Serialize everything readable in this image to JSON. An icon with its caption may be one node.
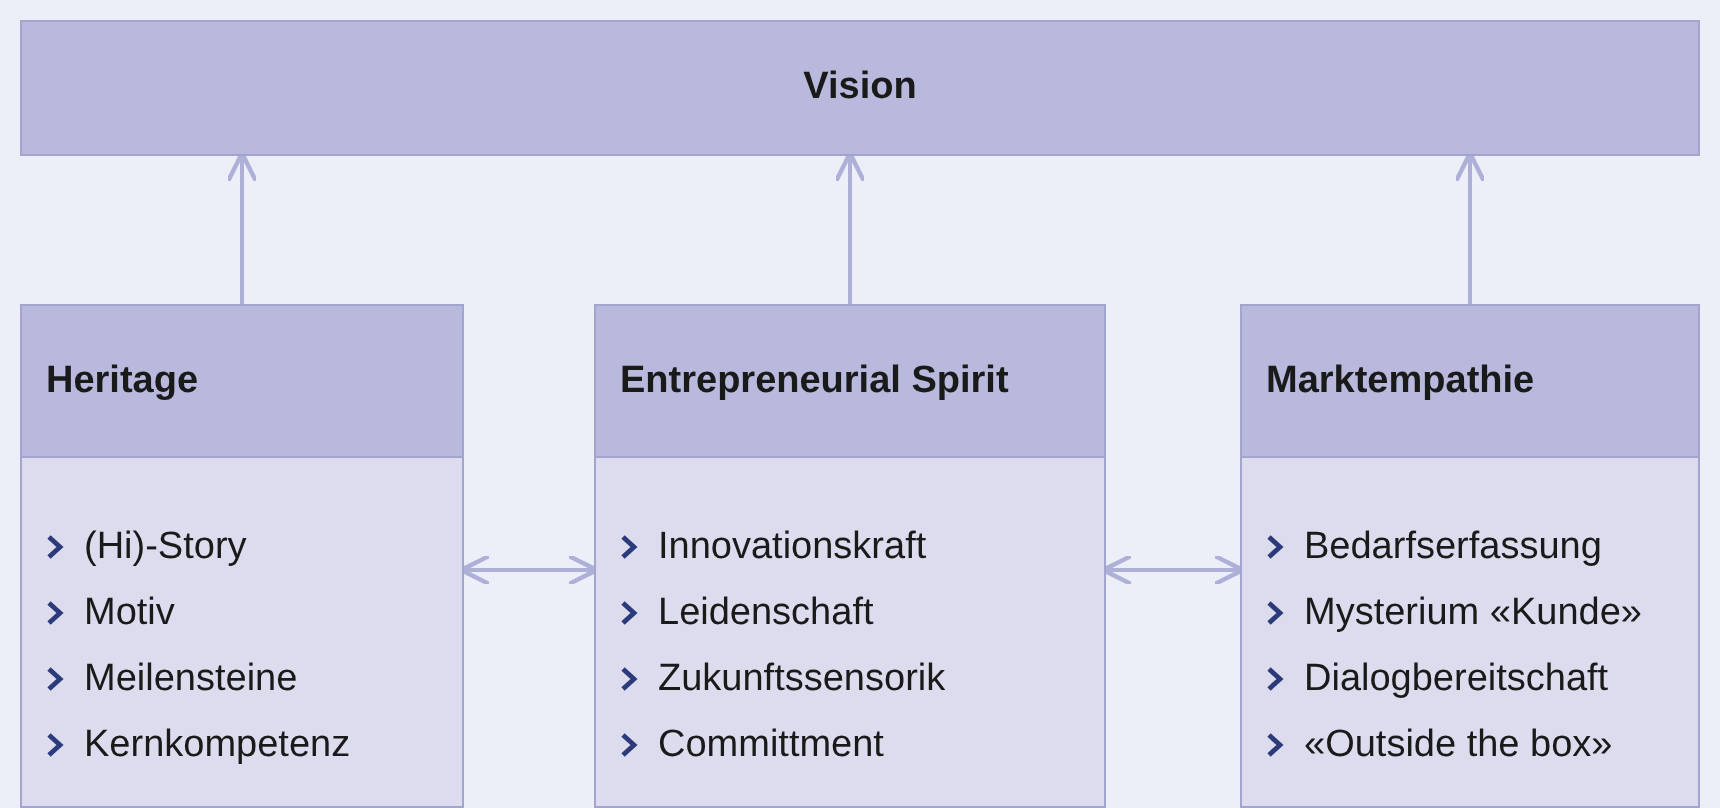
{
  "diagram": {
    "nodes": [
      {
        "text": [
          "Vision"
        ]
      },
      {
        "text": [
          "Heritage",
          "(Hi)-Story",
          "Motiv",
          "Meilensteine",
          "Kernkompetenz"
        ]
      },
      {
        "text": [
          "Entrepreneurial Spirit",
          "Innovationskraft",
          "Leidenschaft",
          "Zukunftssensorik",
          "Committment"
        ]
      },
      {
        "text": [
          "Marktempathie",
          "Bedarfserfassung",
          "Mysterium «Kunde»",
          "Dialogbereitschaft",
          "«Outside the box»"
        ]
      }
    ],
    "edges": [
      {
        "from": 1,
        "to": 0,
        "arrow": "to"
      },
      {
        "from": 2,
        "to": 0,
        "arrow": "to"
      },
      {
        "from": 3,
        "to": 0,
        "arrow": "to"
      },
      {
        "from": 1,
        "to": 2,
        "arrow": "both"
      },
      {
        "from": 2,
        "to": 3,
        "arrow": "both"
      }
    ]
  }
}
